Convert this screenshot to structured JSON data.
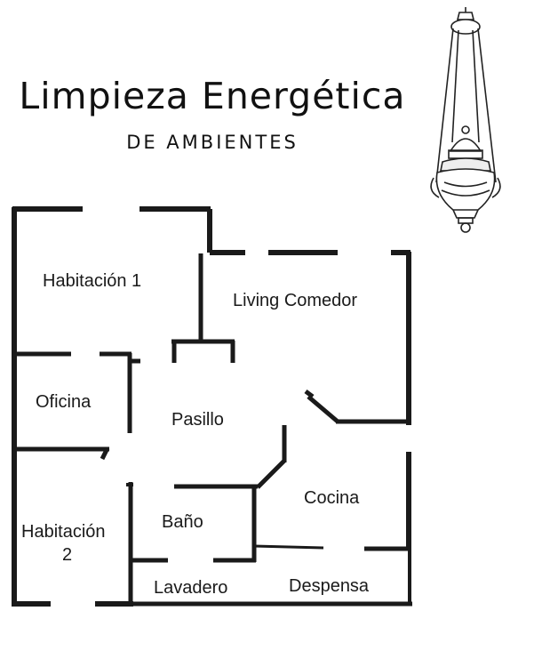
{
  "header": {
    "title": "Limpieza Energética",
    "subtitle": "DE AMBIENTES"
  },
  "illustration": {
    "icon": "hanging-censer-icon"
  },
  "floorplan": {
    "rooms": {
      "habitacion1": "Habitación 1",
      "living": "Living Comedor",
      "oficina": "Oficina",
      "pasillo": "Pasillo",
      "cocina": "Cocina",
      "habitacion2_line1": "Habitación",
      "habitacion2_line2": "2",
      "bano": "Baño",
      "lavadero": "Lavadero",
      "despensa": "Despensa"
    },
    "wall_color": "#1a1a1a"
  }
}
